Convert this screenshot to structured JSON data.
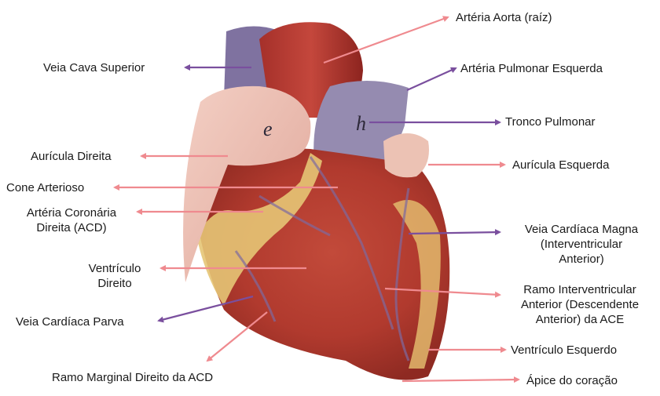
{
  "labels": {
    "aorta_root": "Artéria Aorta (raíz)",
    "superior_vena_cava": "Veia Cava Superior",
    "left_pulmonary_artery": "Artéria Pulmonar Esquerda",
    "pulmonary_trunk": "Tronco Pulmonar",
    "right_auricle": "Aurícula Direita",
    "left_auricle": "Aurícula Esquerda",
    "conus_arteriosus": "Cone Arterioso",
    "rca_line1": "Artéria Coronária",
    "rca_line2": "Direita (ACD)",
    "great_cardiac_vein_line1": "Veia Cardíaca Magna",
    "great_cardiac_vein_line2": "(Interventricular",
    "great_cardiac_vein_line3": "Anterior)",
    "right_ventricle_line1": "Ventrículo",
    "right_ventricle_line2": "Direito",
    "lad_line1": "Ramo Interventricular",
    "lad_line2": "Anterior (Descendente",
    "lad_line3": "Anterior) da ACE",
    "small_cardiac_vein": "Veia Cardíaca Parva",
    "left_ventricle": "Ventrículo Esquerdo",
    "right_marginal_branch": "Ramo Marginal Direito da ACD",
    "apex": "Ápice do coração"
  },
  "model_marks": {
    "mark_e": "e",
    "mark_h": "h"
  },
  "colors": {
    "pink_arrow": "#ef8a8f",
    "purple_arrow": "#7a4f9e"
  }
}
